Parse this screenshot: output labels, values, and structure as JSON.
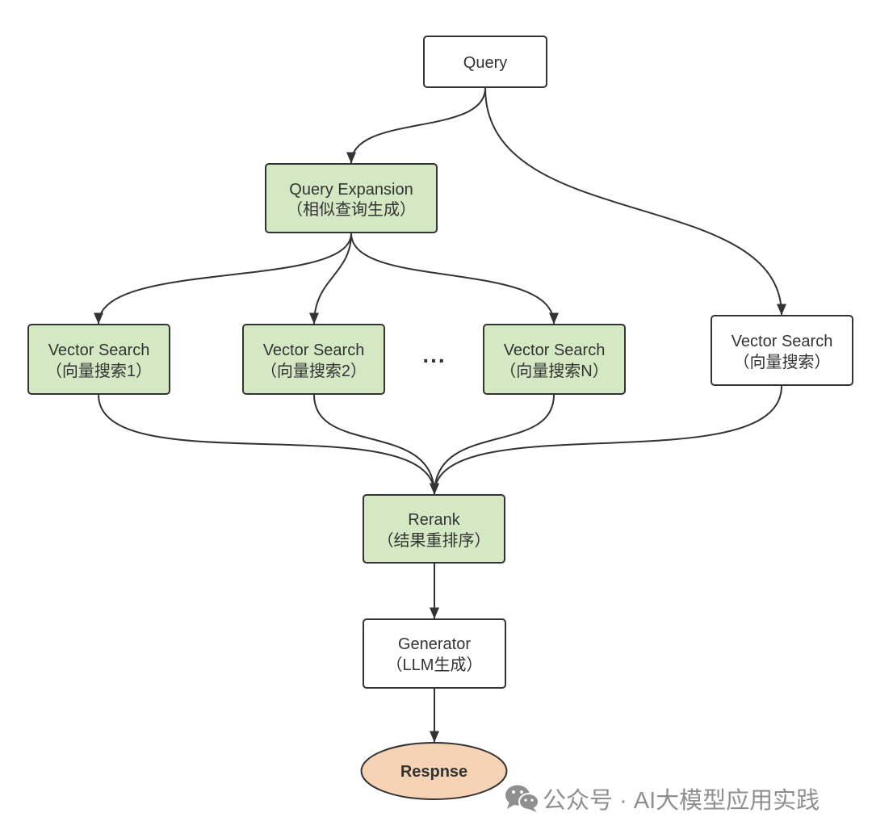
{
  "colors": {
    "background": "#ffffff",
    "process_fill": "#d5e8c4",
    "plain_fill": "#ffffff",
    "output_fill": "#f6d3b4",
    "stroke": "#333333",
    "text": "#333333",
    "watermark": "#8f8f8f",
    "watermark_detail": "#ffffff"
  },
  "nodes": {
    "query": {
      "label": "Query"
    },
    "query_expansion": {
      "title": "Query Expansion",
      "subtitle": "（相似查询生成）"
    },
    "vector_search_1": {
      "title": "Vector Search",
      "subtitle": "（向量搜索1）"
    },
    "vector_search_2": {
      "title": "Vector Search",
      "subtitle": "（向量搜索2）"
    },
    "more_searches": {
      "label": "..."
    },
    "vector_search_n": {
      "title": "Vector Search",
      "subtitle": "（向量搜索N）"
    },
    "vector_search_direct": {
      "title": "Vector Search",
      "subtitle": "（向量搜索）"
    },
    "rerank": {
      "title": "Rerank",
      "subtitle": "（结果重排序）"
    },
    "generator": {
      "title": "Generator",
      "subtitle": "（LLM生成）"
    },
    "response": {
      "label": "Respnse"
    }
  },
  "watermark": {
    "icon": "wechat-icon",
    "text": "公众号 · AI大模型应用实践"
  }
}
